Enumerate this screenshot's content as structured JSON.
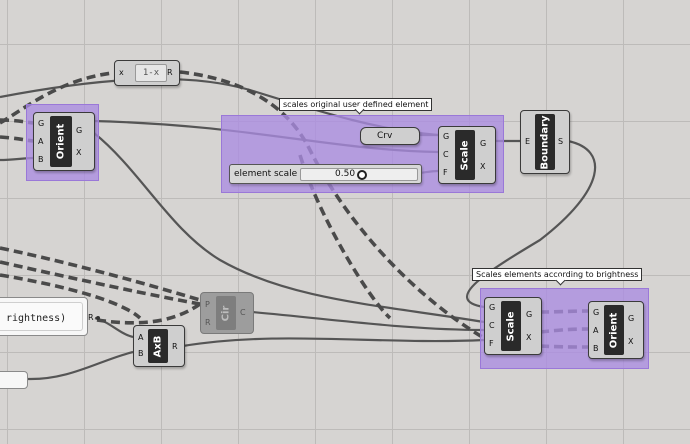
{
  "canvas": {
    "background": "#d6d4d2",
    "grid_color": "#bdbbb9",
    "group_color": "#aa8ce1",
    "wire_color": "#555555"
  },
  "groups": {
    "orient_left": {
      "label": ""
    },
    "scale_top": {
      "label": "scales original user defined element"
    },
    "scale_bottom": {
      "label": "Scales elements according to brightness"
    }
  },
  "components": {
    "one_minus_x": {
      "input": "x",
      "expression": "1-x",
      "output": "R"
    },
    "orient_left": {
      "name": "Orient",
      "inputs": [
        "G",
        "A",
        "B"
      ],
      "outputs": [
        "G",
        "X"
      ]
    },
    "crv": {
      "name": "Crv"
    },
    "scale_top": {
      "name": "Scale",
      "inputs": [
        "G",
        "C",
        "F"
      ],
      "outputs": [
        "G",
        "X"
      ]
    },
    "boundary": {
      "name": "Boundary",
      "inputs": [
        "E"
      ],
      "outputs": [
        "S"
      ]
    },
    "element_scale": {
      "label": "element scale",
      "value": "0.50"
    },
    "brightness_panel": {
      "text": "rightness)",
      "output": "R"
    },
    "cir": {
      "name": "Cir",
      "inputs": [
        "P",
        "R"
      ],
      "outputs": [
        "C"
      ]
    },
    "axb": {
      "name": "AxB",
      "inputs": [
        "A",
        "B"
      ],
      "outputs": [
        "R"
      ]
    },
    "scale_bottom": {
      "name": "Scale",
      "inputs": [
        "G",
        "C",
        "F"
      ],
      "outputs": [
        "G",
        "X"
      ]
    },
    "orient_right": {
      "name": "Orient",
      "inputs": [
        "G",
        "A",
        "B"
      ],
      "outputs": [
        "G",
        "X"
      ]
    }
  }
}
